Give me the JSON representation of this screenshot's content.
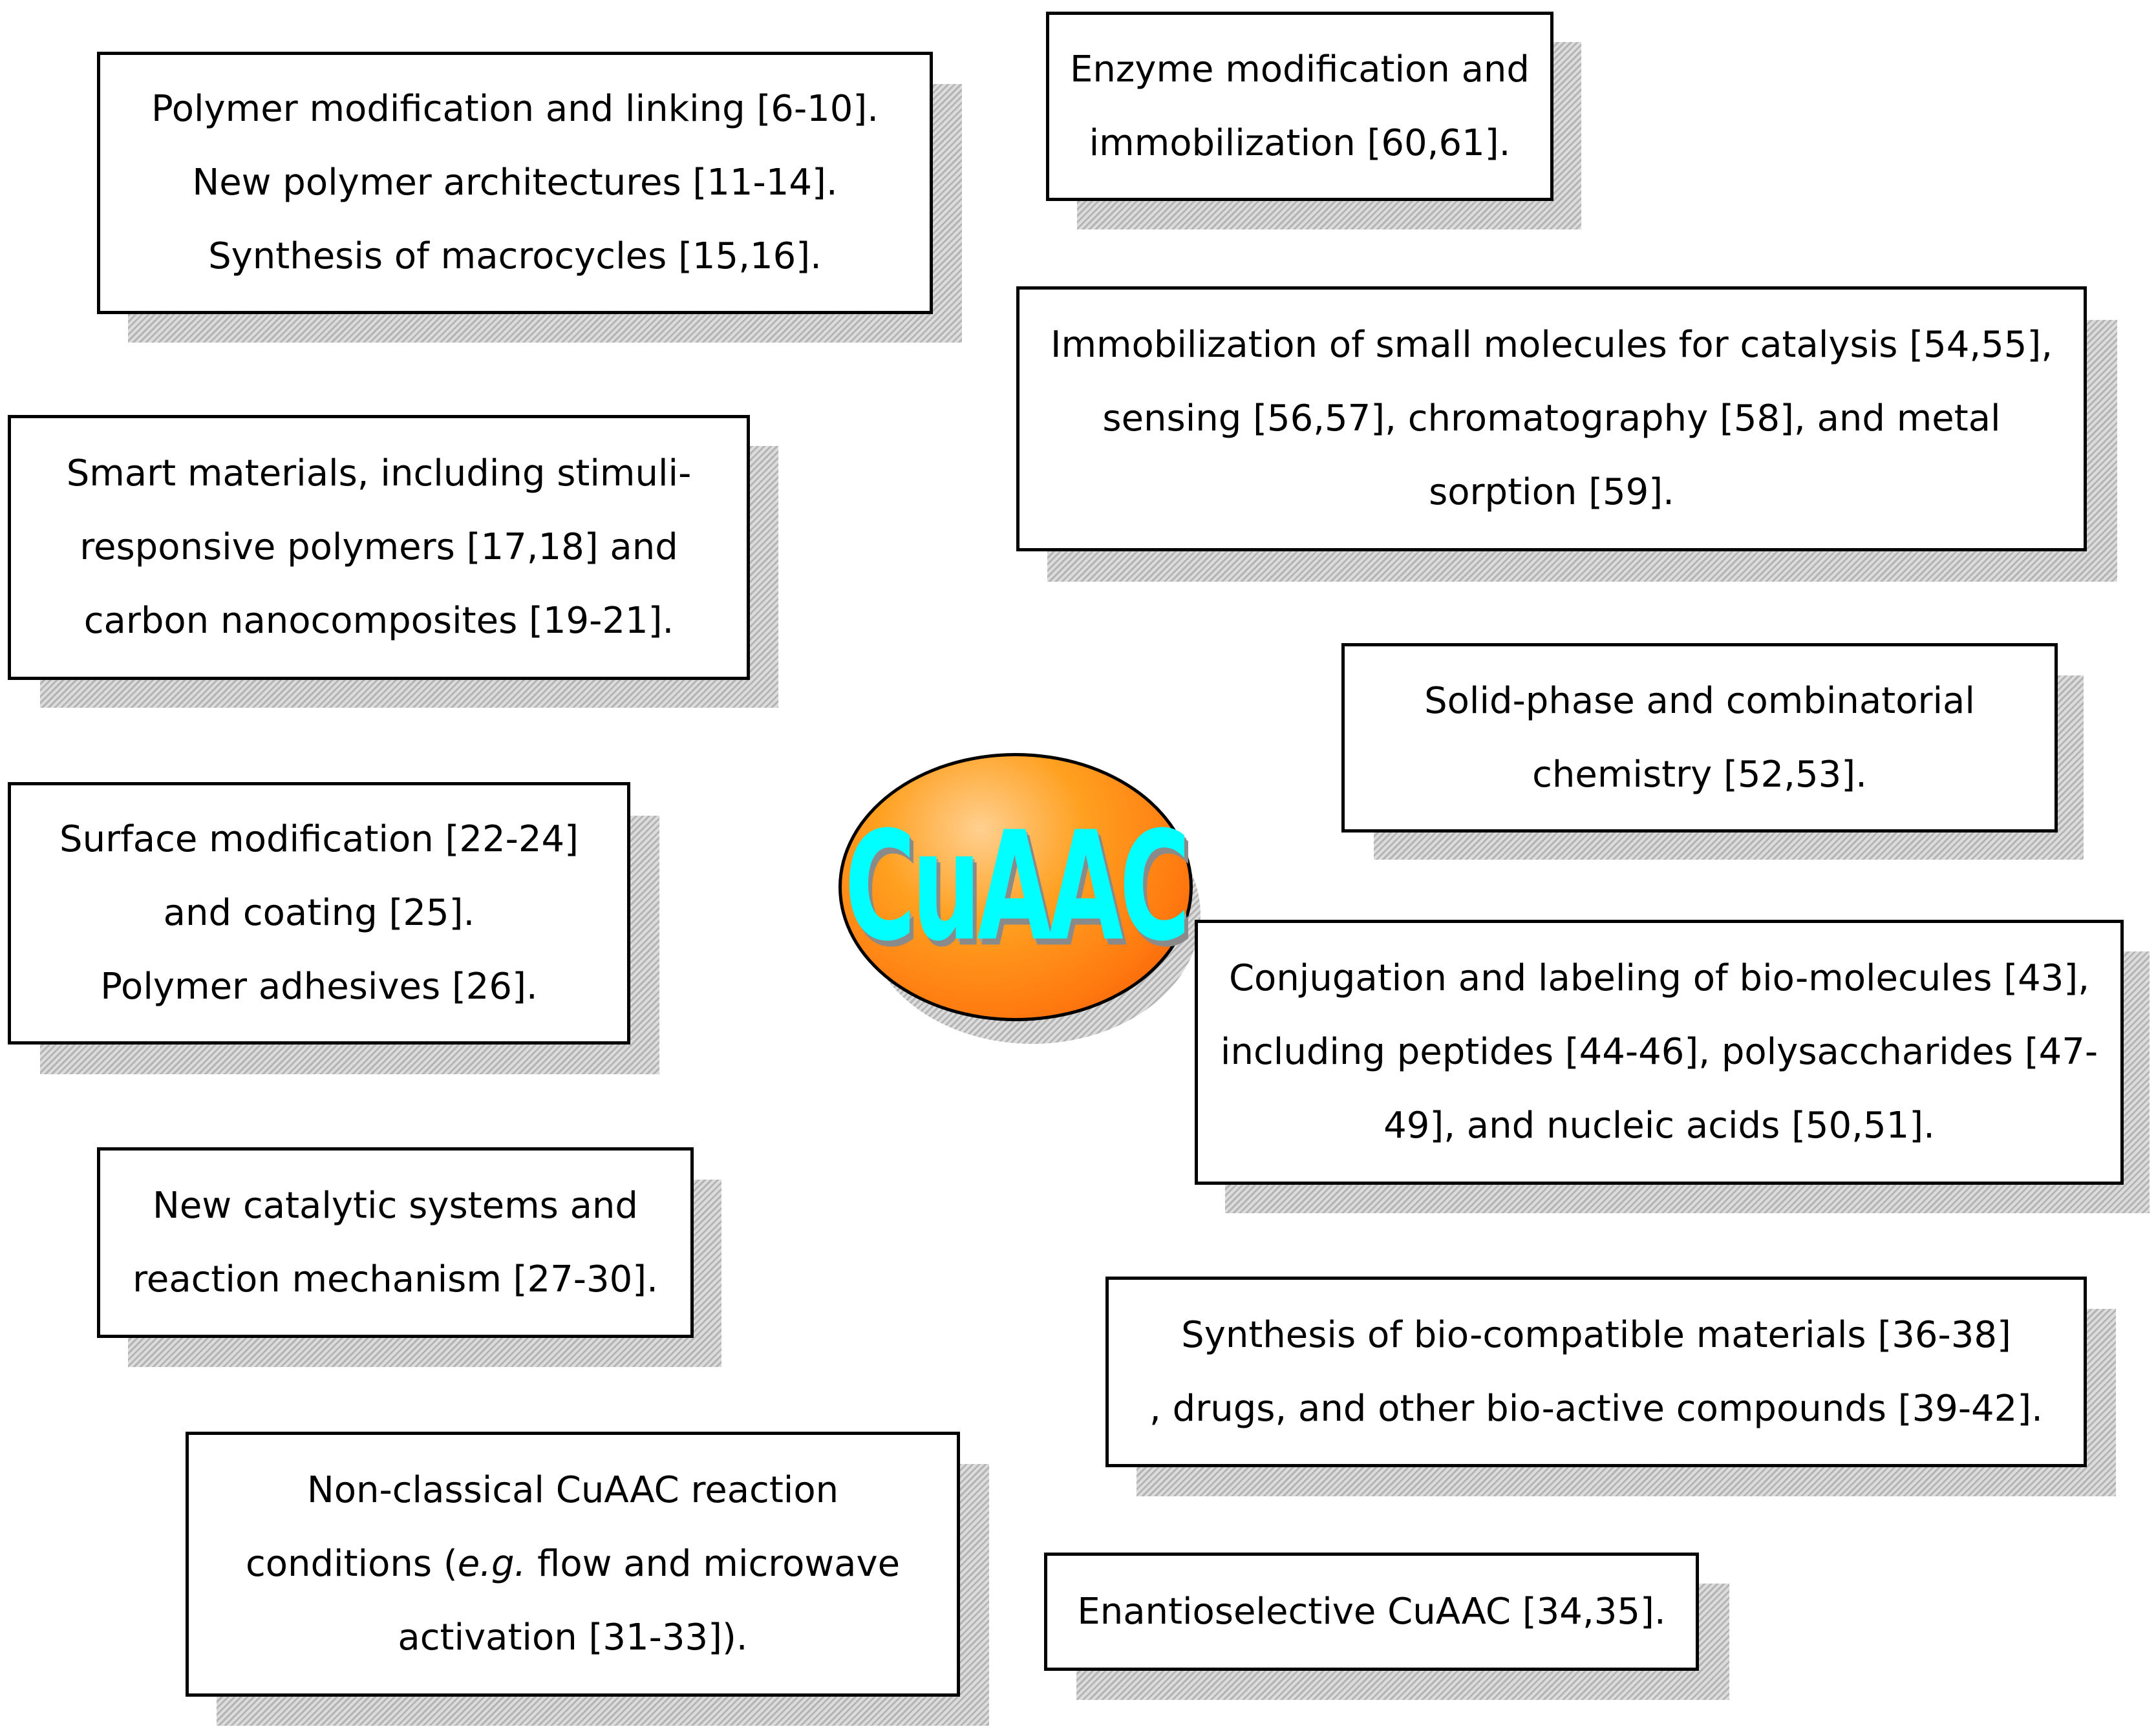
{
  "center": {
    "label": "CuAAC"
  },
  "boxes": [
    {
      "id": "polymer-modification",
      "lines": [
        "Polymer modification and linking [6-10].",
        "New polymer architectures [11-14].",
        "Synthesis of macrocycles [15,16]."
      ]
    },
    {
      "id": "enzyme-modification",
      "lines": [
        "Enzyme modification and",
        "immobilization [60,61]."
      ]
    },
    {
      "id": "immobilization-small-molecules",
      "lines": [
        "Immobilization of small molecules for catalysis [54,55],",
        "sensing [56,57], chromatography [58], and metal",
        "sorption [59]."
      ]
    },
    {
      "id": "smart-materials",
      "lines": [
        "Smart materials, including stimuli-",
        "responsive polymers [17,18] and",
        "carbon nanocomposites [19-21]."
      ]
    },
    {
      "id": "solid-phase",
      "lines": [
        "Solid-phase and combinatorial",
        "chemistry [52,53]."
      ]
    },
    {
      "id": "surface-modification",
      "lines": [
        "Surface modification [22-24]",
        "and coating [25].",
        "Polymer adhesives [26]."
      ]
    },
    {
      "id": "conjugation-labeling",
      "lines": [
        "Conjugation and labeling of bio-molecules [43],",
        "including peptides [44-46], polysaccharides [47-",
        "49], and nucleic acids [50,51]."
      ]
    },
    {
      "id": "catalytic-systems",
      "lines": [
        "New catalytic systems and",
        "reaction mechanism [27-30]."
      ]
    },
    {
      "id": "bio-compatible",
      "lines": [
        "Synthesis of bio-compatible materials [36-38]",
        ", drugs, and other bio-active compounds [39-42]."
      ]
    },
    {
      "id": "non-classical",
      "lines": [
        "Non-classical CuAAC reaction"
      ],
      "line2_pre": "conditions (",
      "line2_em": "e.g.",
      "line2_post": " flow and microwave",
      "line3": "activation [31-33])."
    },
    {
      "id": "enantioselective",
      "lines": [
        "Enantioselective CuAAC [34,35]."
      ]
    }
  ]
}
